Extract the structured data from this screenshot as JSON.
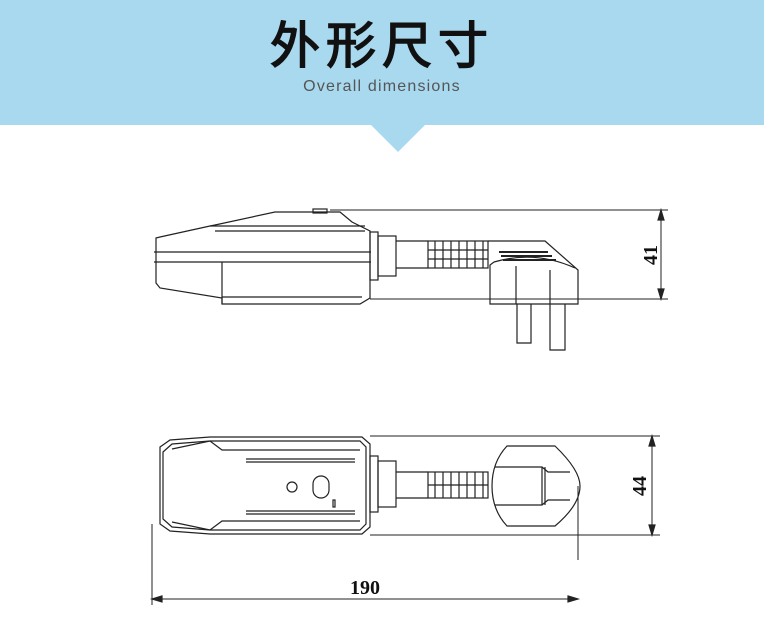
{
  "header": {
    "title": "外形尺寸",
    "subtitle": "Overall dimensions",
    "background_color": "#a9d9ef"
  },
  "drawing": {
    "side_view": {
      "label": "side-view",
      "dimension_height": "41"
    },
    "top_view": {
      "label": "top-view",
      "dimension_height": "44"
    },
    "overall_length": "190",
    "line_color": "#222222"
  }
}
